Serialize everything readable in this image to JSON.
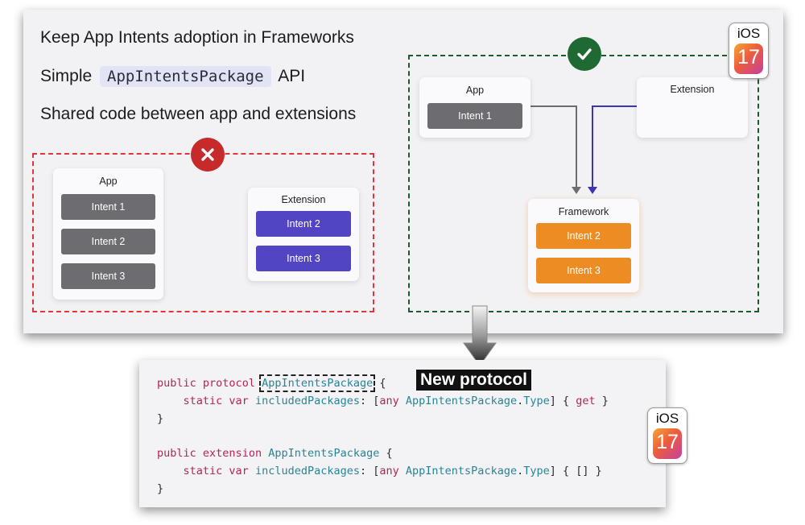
{
  "slide": {
    "bullets": {
      "line1": "Keep App Intents adoption in Frameworks",
      "line2_prefix": "Simple",
      "line2_code": "AppIntentsPackage",
      "line2_suffix": "API",
      "line3": "Shared code between app and extensions"
    },
    "left_diagram": {
      "status": "incorrect",
      "app": {
        "title": "App",
        "intents": [
          "Intent 1",
          "Intent 2",
          "Intent 3"
        ]
      },
      "extension": {
        "title": "Extension",
        "intents": [
          "Intent 2",
          "Intent 3"
        ]
      }
    },
    "right_diagram": {
      "status": "correct",
      "app": {
        "title": "App",
        "intents": [
          "Intent 1"
        ]
      },
      "extension": {
        "title": "Extension"
      },
      "framework": {
        "title": "Framework",
        "intents": [
          "Intent 2",
          "Intent 3"
        ]
      }
    },
    "ios_badge": {
      "label": "iOS",
      "version": "17"
    }
  },
  "code": {
    "callout": "New protocol",
    "line1": {
      "kw1": "public",
      "kw2": "protocol",
      "name": "AppIntentsPackage",
      "rest": " {"
    },
    "line2": {
      "kw": "static var",
      "prop": "includedPackages",
      "colon": ": [",
      "any": "any",
      "type": "AppIntentsPackage",
      "dot": ".",
      "typekw": "Type",
      "end1": "] { ",
      "get": "get",
      "end2": " }"
    },
    "line3": "}",
    "line5": {
      "kw1": "public",
      "kw2": "extension",
      "name": "AppIntentsPackage",
      "rest": " {"
    },
    "line6": {
      "kw": "static var",
      "prop": "includedPackages",
      "colon": ": [",
      "any": "any",
      "type": "AppIntentsPackage",
      "dot": ".",
      "typekw": "Type",
      "end": "] { [] }"
    },
    "line7": "}",
    "ios_badge": {
      "label": "iOS",
      "version": "17"
    }
  },
  "colors": {
    "gray_intent": "#6d6d71",
    "purple_intent": "#5145c4",
    "orange_intent": "#ee8c24",
    "error_red": "#c62a2a",
    "success_green": "#1f6a32"
  }
}
